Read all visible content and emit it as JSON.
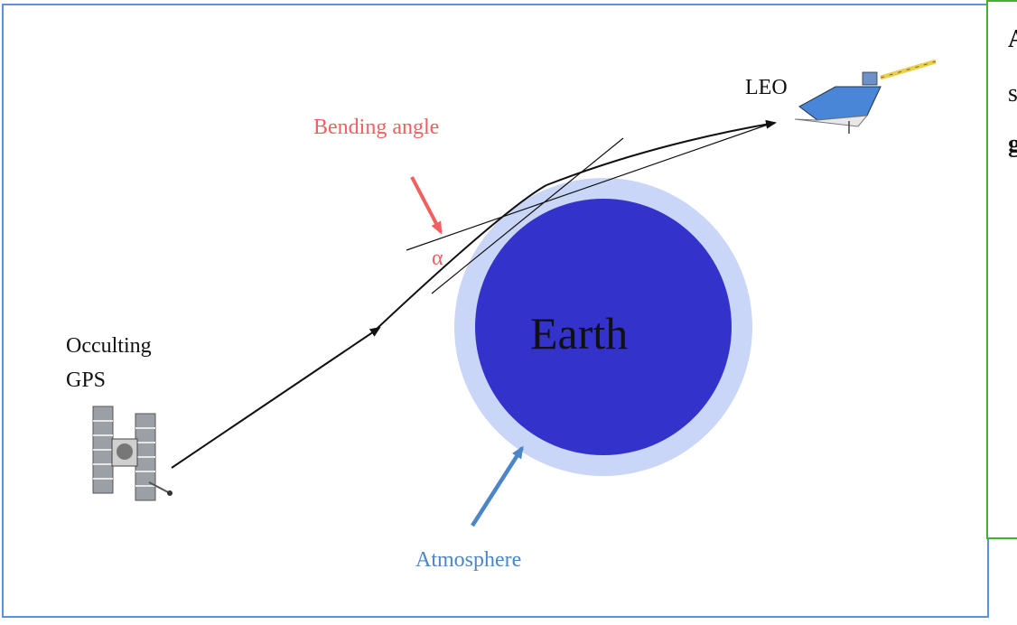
{
  "labels": {
    "leo": "LEO",
    "bending_angle": "Bending angle",
    "alpha": "α",
    "earth": "Earth",
    "occulting_line1": "Occulting",
    "occulting_line2": "GPS",
    "atmosphere": "Atmosphere"
  },
  "side_panel": {
    "lines": [
      "A",
      "s",
      "g"
    ]
  },
  "colors": {
    "earth": "#3333cc",
    "atmosphere": "#c9d6f7",
    "bending_label": "#f06060",
    "atmosphere_label": "#4a86c8",
    "frame_border": "#5b8fe0",
    "panel_border": "#43b12d",
    "ray": "#111111"
  }
}
